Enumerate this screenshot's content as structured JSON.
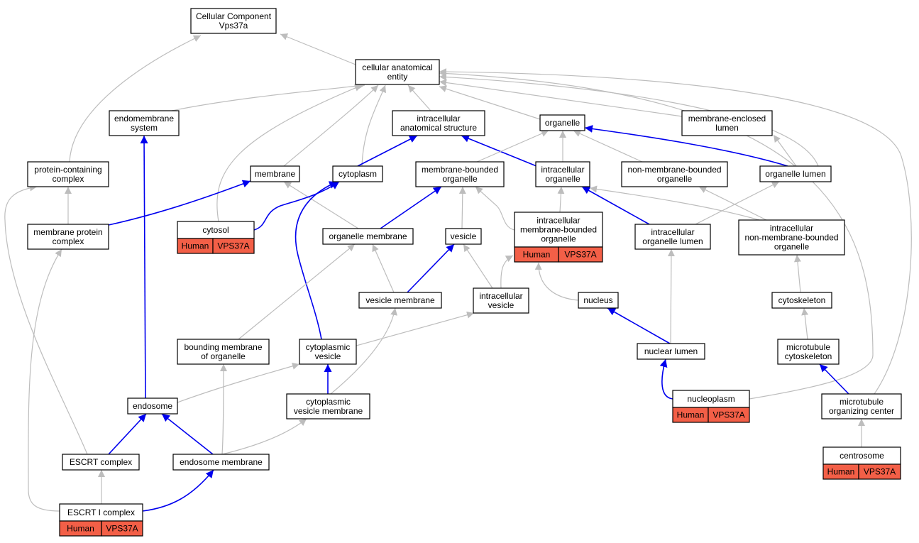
{
  "colors": {
    "edge_is_a": "#bdbdbd",
    "edge_part_of": "#0000ee",
    "annotation_fill": "#f35f47"
  },
  "nodes": {
    "root": [
      "Cellular Component",
      "Vps37a"
    ],
    "cae": [
      "cellular anatomical",
      "entity"
    ],
    "endomembrane": [
      "endomembrane",
      "system"
    ],
    "ias": [
      "intracellular",
      "anatomical structure"
    ],
    "organelle": [
      "organelle"
    ],
    "mel": [
      "membrane-enclosed",
      "lumen"
    ],
    "pcc": [
      "protein-containing",
      "complex"
    ],
    "membrane": [
      "membrane"
    ],
    "cytoplasm": [
      "cytoplasm"
    ],
    "mbo": [
      "membrane-bounded",
      "organelle"
    ],
    "io": [
      "intracellular",
      "organelle"
    ],
    "nmbo": [
      "non-membrane-bounded",
      "organelle"
    ],
    "olumen": [
      "organelle lumen"
    ],
    "mpc": [
      "membrane protein",
      "complex"
    ],
    "cytosol": [
      "cytosol"
    ],
    "omem": [
      "organelle membrane"
    ],
    "vesicle": [
      "vesicle"
    ],
    "imbo": [
      "intracellular",
      "membrane-bounded",
      "organelle"
    ],
    "iol": [
      "intracellular",
      "organelle lumen"
    ],
    "inmbo": [
      "intracellular",
      "non-membrane-bounded",
      "organelle"
    ],
    "vmem": [
      "vesicle membrane"
    ],
    "ivesicle": [
      "intracellular",
      "vesicle"
    ],
    "nucleus": [
      "nucleus"
    ],
    "cytoskeleton": [
      "cytoskeleton"
    ],
    "bmo": [
      "bounding membrane",
      "of organelle"
    ],
    "cvesicle": [
      "cytoplasmic",
      "vesicle"
    ],
    "nlumen": [
      "nuclear lumen"
    ],
    "mcyto": [
      "microtubule",
      "cytoskeleton"
    ],
    "endosome": [
      "endosome"
    ],
    "cvm": [
      "cytoplasmic",
      "vesicle membrane"
    ],
    "nucleoplasm": [
      "nucleoplasm"
    ],
    "mtoc": [
      "microtubule",
      "organizing center"
    ],
    "escrt": [
      "ESCRT complex"
    ],
    "emem": [
      "endosome membrane"
    ],
    "centrosome": [
      "centrosome"
    ],
    "escrt1": [
      "ESCRT I complex"
    ]
  },
  "annotations": {
    "cytosol": [
      "Human",
      "VPS37A"
    ],
    "imbo": [
      "Human",
      "VPS37A"
    ],
    "nucleoplasm": [
      "Human",
      "VPS37A"
    ],
    "centrosome": [
      "Human",
      "VPS37A"
    ],
    "escrt1": [
      "Human",
      "VPS37A"
    ]
  }
}
